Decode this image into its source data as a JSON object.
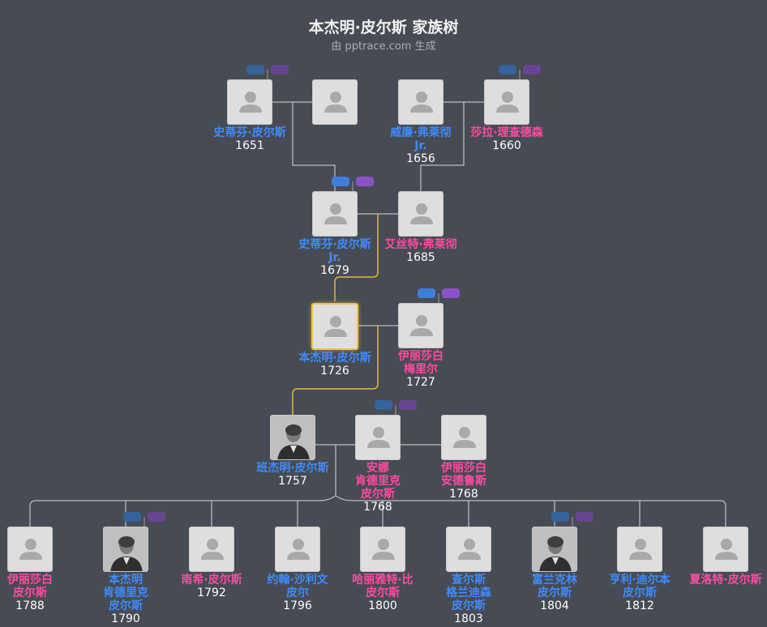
{
  "header": {
    "title": "本杰明·皮尔斯 家族树",
    "subtitle": "由 pptrace.com 生成"
  },
  "colors": {
    "male": "#3d8cff",
    "female": "#ff4ba2",
    "focus": "#f0c24b",
    "background": "#474b53"
  },
  "people": [
    {
      "id": "p1",
      "gender": "male",
      "name": [
        "史蒂芬·皮尔斯"
      ],
      "year": "1651",
      "photo": "placeholder"
    },
    {
      "id": "p2",
      "gender": "male",
      "name": [],
      "year": "",
      "photo": "placeholder"
    },
    {
      "id": "p3",
      "gender": "male",
      "name": [
        "威廉·弗莱彻",
        "Jr."
      ],
      "year": "1656",
      "photo": "placeholder"
    },
    {
      "id": "p4",
      "gender": "female",
      "name": [
        "莎拉·理查德森"
      ],
      "year": "1660",
      "photo": "placeholder"
    },
    {
      "id": "p5",
      "gender": "male",
      "name": [
        "史蒂芬·皮尔斯",
        "Jr."
      ],
      "year": "1679",
      "photo": "placeholder"
    },
    {
      "id": "p6",
      "gender": "female",
      "name": [
        "艾丝特·弗莱彻"
      ],
      "year": "1685",
      "photo": "placeholder"
    },
    {
      "id": "p7",
      "gender": "male",
      "name": [
        "本杰明·皮尔斯"
      ],
      "year": "1726",
      "photo": "placeholder",
      "focus": true
    },
    {
      "id": "p8",
      "gender": "female",
      "name": [
        "伊丽莎白",
        "梅里尔"
      ],
      "year": "1727",
      "photo": "placeholder"
    },
    {
      "id": "p9",
      "gender": "male",
      "name": [
        "班杰明·皮尔斯"
      ],
      "year": "1757",
      "photo": "portrait"
    },
    {
      "id": "p10",
      "gender": "female",
      "name": [
        "安娜",
        "肯德里克",
        "皮尔斯"
      ],
      "year": "1768",
      "photo": "placeholder"
    },
    {
      "id": "p11",
      "gender": "female",
      "name": [
        "伊丽莎白",
        "安德鲁斯"
      ],
      "year": "1768",
      "photo": "placeholder"
    },
    {
      "id": "c1",
      "gender": "female",
      "name": [
        "伊丽莎白",
        "皮尔斯"
      ],
      "year": "1788",
      "photo": "placeholder"
    },
    {
      "id": "c2",
      "gender": "male",
      "name": [
        "本杰明",
        "肯德里克",
        "皮尔斯"
      ],
      "year": "1790",
      "photo": "portrait"
    },
    {
      "id": "c3",
      "gender": "female",
      "name": [
        "南希·皮尔斯"
      ],
      "year": "1792",
      "photo": "placeholder"
    },
    {
      "id": "c4",
      "gender": "male",
      "name": [
        "约翰·沙利文",
        "皮尔"
      ],
      "year": "1796",
      "photo": "placeholder"
    },
    {
      "id": "c5",
      "gender": "female",
      "name": [
        "哈丽雅特·比",
        "皮尔斯"
      ],
      "year": "1800",
      "photo": "placeholder"
    },
    {
      "id": "c6",
      "gender": "male",
      "name": [
        "查尔斯",
        "格兰迪森",
        "皮尔斯"
      ],
      "year": "1803",
      "photo": "placeholder"
    },
    {
      "id": "c7",
      "gender": "male",
      "name": [
        "富兰克林",
        "皮尔斯"
      ],
      "year": "1804",
      "photo": "portrait"
    },
    {
      "id": "c8",
      "gender": "male",
      "name": [
        "亨利·迪尔本",
        "皮尔斯"
      ],
      "year": "1812",
      "photo": "placeholder"
    },
    {
      "id": "c9",
      "gender": "female",
      "name": [
        "夏洛特·皮尔斯"
      ],
      "year": "",
      "photo": "placeholder"
    }
  ]
}
